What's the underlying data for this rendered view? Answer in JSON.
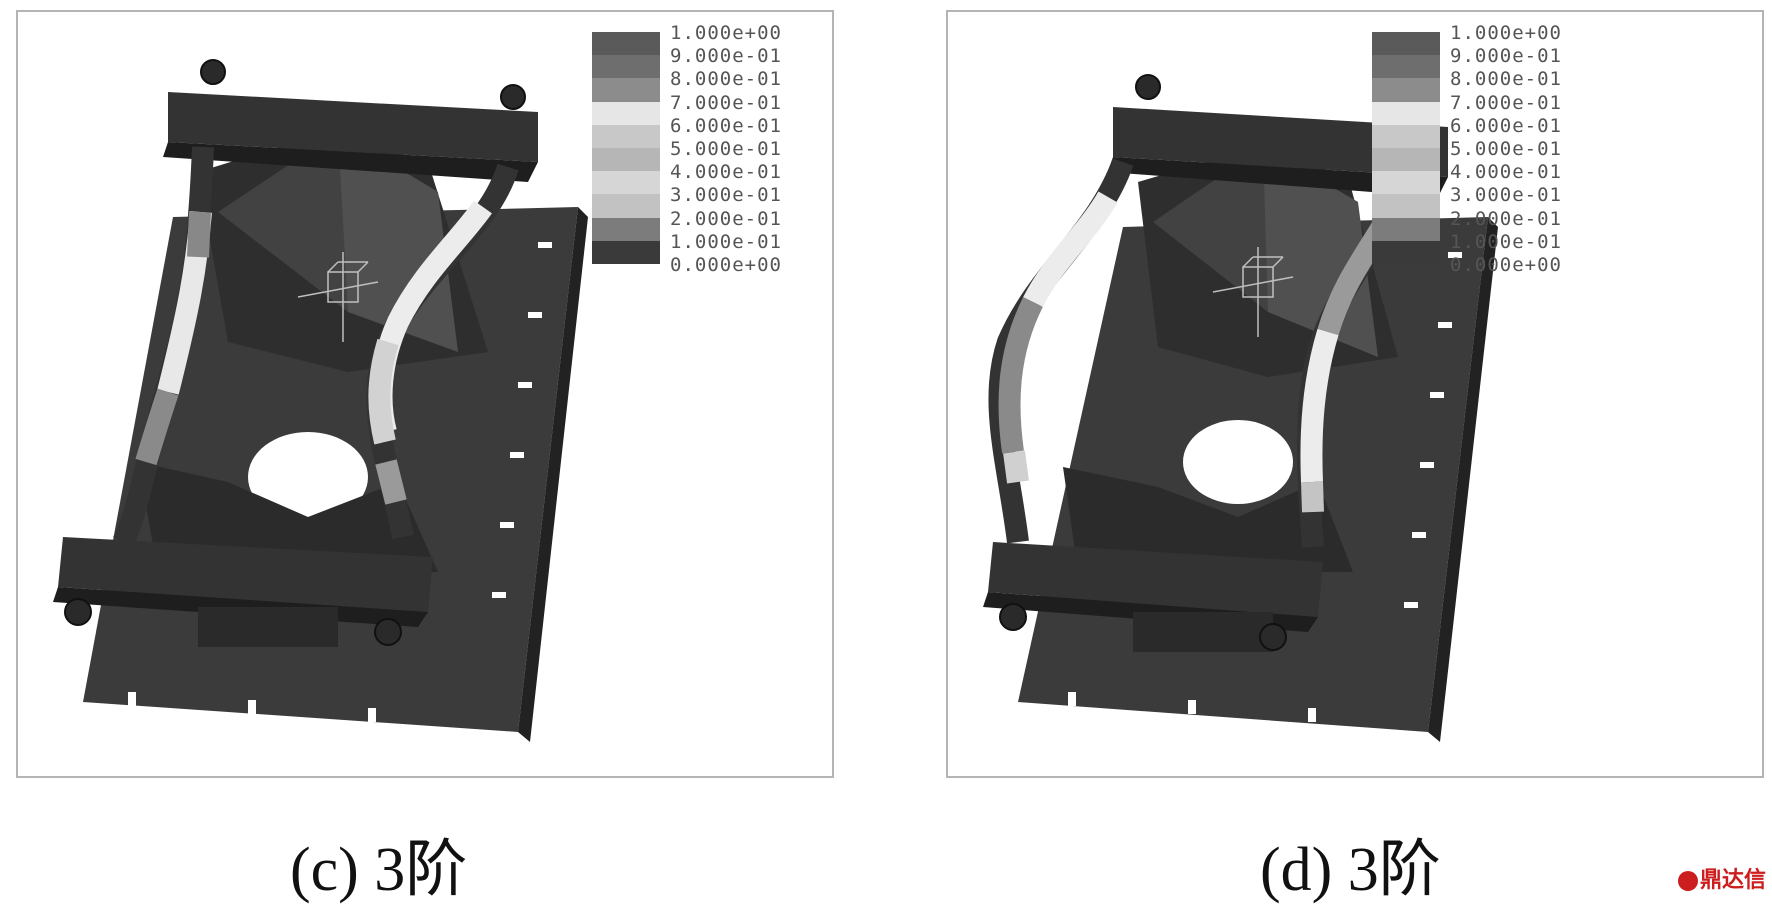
{
  "legend": {
    "labels": [
      "1.000e+00",
      "9.000e-01",
      "8.000e-01",
      "7.000e-01",
      "6.000e-01",
      "5.000e-01",
      "4.000e-01",
      "3.000e-01",
      "2.000e-01",
      "1.000e-01",
      "0.000e+00"
    ],
    "colors": [
      "#5a5a5a",
      "#6e6e6e",
      "#8c8c8c",
      "#e6e6e6",
      "#c8c8c8",
      "#b6b6b6",
      "#d6d6d6",
      "#c2c2c2",
      "#7c7c7c",
      "#3a3a3a",
      "#262626"
    ]
  },
  "panels": [
    {
      "caption": "(c) 3阶"
    },
    {
      "caption": "(d) 3阶"
    }
  ],
  "watermark": "鼎达信"
}
